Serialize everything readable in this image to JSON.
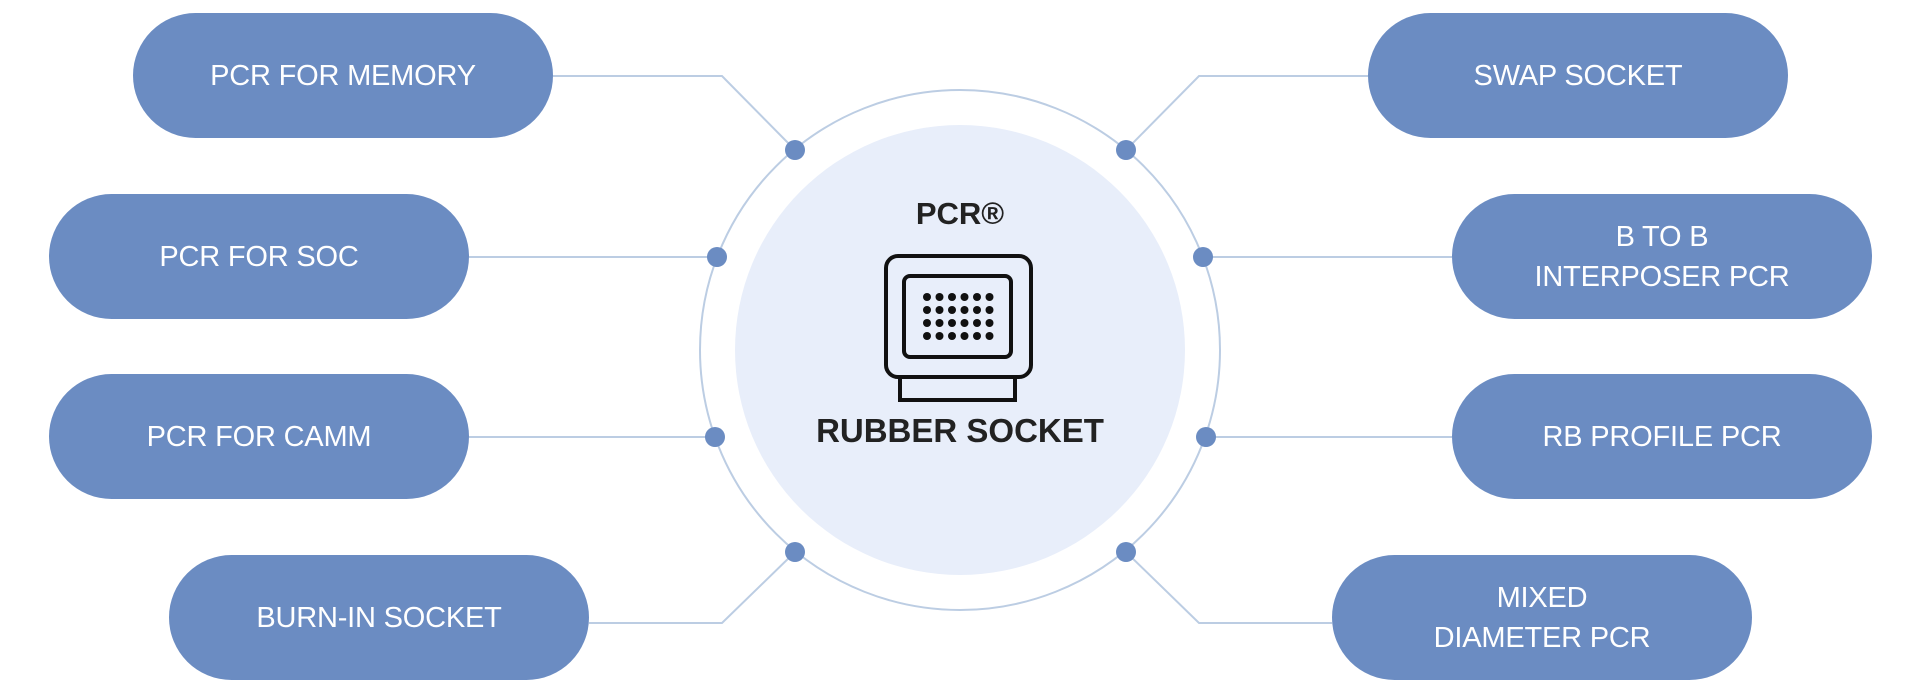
{
  "hub": {
    "brand": "PCR®",
    "title": "RUBBER SOCKET",
    "icon": "rubber-socket-icon"
  },
  "nodes": {
    "left": [
      {
        "label": "PCR FOR MEMORY"
      },
      {
        "label": "PCR FOR SOC"
      },
      {
        "label": "PCR FOR CAMM"
      },
      {
        "label": "BURN-IN SOCKET"
      }
    ],
    "right": [
      {
        "label": "SWAP SOCKET"
      },
      {
        "label": "B TO B\nINTERPOSER PCR"
      },
      {
        "label": "RB PROFILE PCR"
      },
      {
        "label": "MIXED\nDIAMETER PCR"
      }
    ]
  },
  "colors": {
    "pill": "#6b8cc2",
    "connector": "#bccde3",
    "dot": "#6b8cc2",
    "hub_fill": "#e8eefa",
    "text_dark": "#222222"
  }
}
